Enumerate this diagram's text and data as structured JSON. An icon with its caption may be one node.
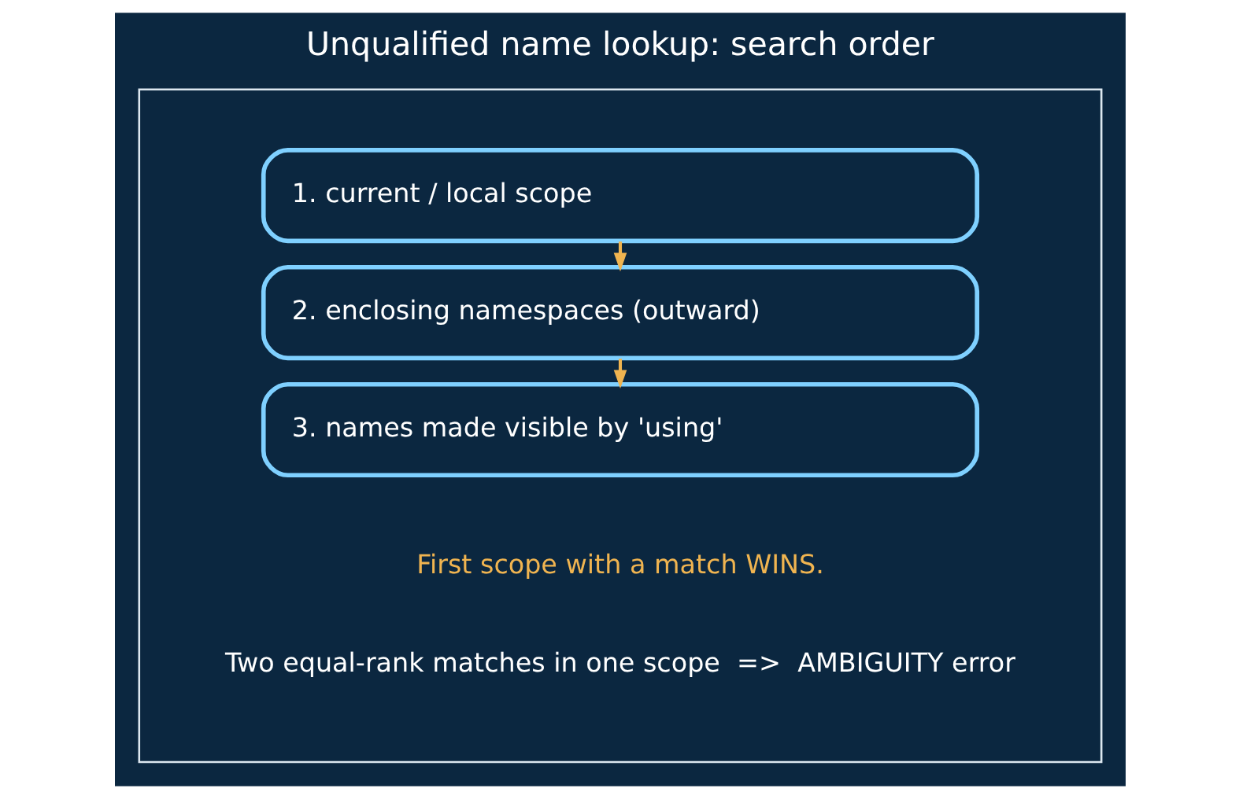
{
  "diagram": {
    "title": "Unqualified name lookup: search order",
    "nodes": [
      {
        "text": [],
        "shape": "box"
      },
      {
        "text": [
          "1. current / local scope"
        ],
        "in": 0
      },
      {
        "text": [
          "2. enclosing namespaces (outward)"
        ],
        "in": 0
      },
      {
        "text": [
          "3. names made visible by 'using'"
        ],
        "in": 0
      }
    ],
    "edges": [
      {
        "from": 1,
        "to": 2,
        "arrow": "to"
      },
      {
        "from": 2,
        "to": 3,
        "arrow": "to"
      }
    ],
    "labels": [
      "First scope with a match WINS.",
      "Two equal-rank matches in one scope  =>  AMBIGUITY error"
    ]
  }
}
